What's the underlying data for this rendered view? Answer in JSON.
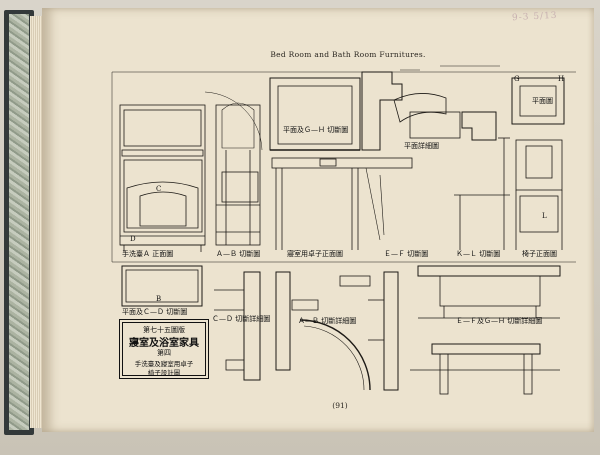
{
  "book": {
    "running_header": "Bed Room and Bath Room Furnitures.",
    "page_number": "(91)",
    "pencil_mark": "9-3 5/13"
  },
  "plate": {
    "plate_no": "第七十五圖版",
    "title": "寢室及浴室家具",
    "sheet_no": "第四",
    "subtitle_1": "手洗臺及寢室用卓子",
    "subtitle_2": "椅子設計圖"
  },
  "labels": {
    "washstand_front": "手洗臺Ａ 正面圖",
    "ab_section": "Ａ—Ｂ 切斷圖",
    "plan_cd": "平面及Ｃ—Ｄ 切斷圖",
    "cd_detail": "Ｃ—Ｄ 切斷詳細圖",
    "plan_gh": "平面及Ｇ—Ｈ 切斷圖",
    "plan_detail": "平面詳細圖",
    "plan": "平面圖",
    "table_front": "寢室用卓子正面圖",
    "ef_section": "Ｅ—Ｆ 切斷圖",
    "kl_section": "Ｋ—Ｌ 切斷圖",
    "chair_front": "椅子正面圖",
    "ab_detail": "Ａ—Ｂ 切斷詳細圖",
    "efgh_detail": "Ｅ—Ｆ及Ｇ—Ｈ 切斷詳細圖",
    "letter_c": "C",
    "letter_d": "D",
    "letter_b": "B",
    "letter_l": "L",
    "letter_g": "G",
    "letter_h": "H"
  }
}
